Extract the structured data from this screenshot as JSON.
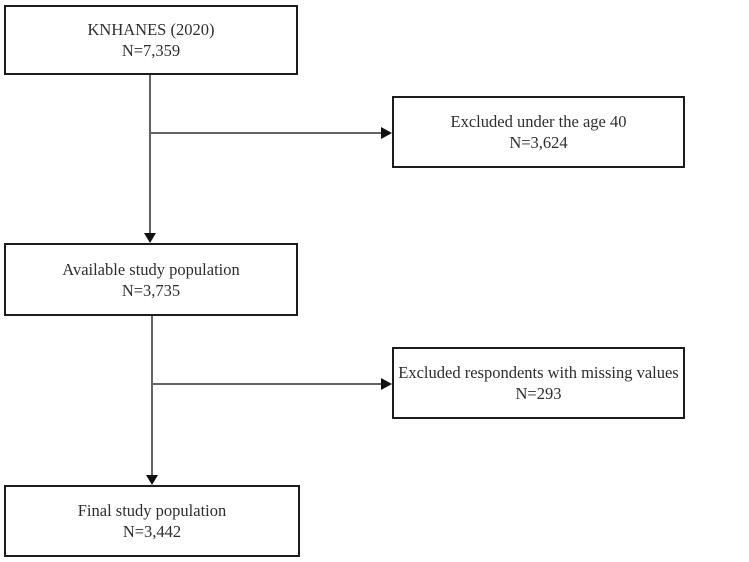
{
  "boxes": {
    "knhanes": {
      "label": "KNHANES (2020)",
      "n": "N=7,359"
    },
    "excluded_age": {
      "label": "Excluded under the age 40",
      "n": "N=3,624"
    },
    "available": {
      "label": "Available study population",
      "n": "N=3,735"
    },
    "excluded_missing": {
      "label": "Excluded respondents with missing values",
      "n": "N=293"
    },
    "final": {
      "label": "Final study population",
      "n": "N=3,442"
    }
  },
  "colors": {
    "box_border": "#1c1c1c",
    "connector_line": "#646464",
    "arrowhead": "#111111",
    "text": "#2e2e2e",
    "background": "#ffffff"
  }
}
